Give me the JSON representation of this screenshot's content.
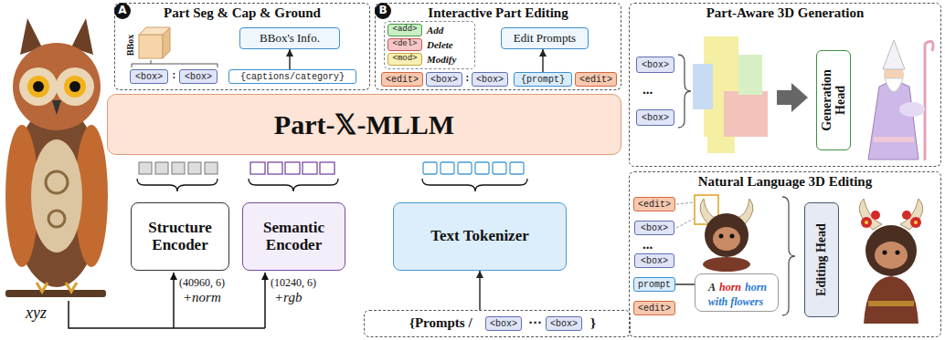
{
  "diagram": {
    "nodes": [
      {
        "text": [
          "Part Seg & Cap & Ground"
        ]
      },
      {
        "text": [
          "A"
        ],
        "in": 0
      },
      {
        "text": [
          "<box>"
        ],
        "in": 0
      },
      {
        "text": [
          "<box>"
        ],
        "in": 0
      },
      {
        "text": [
          "BBox's Info."
        ],
        "in": 0
      },
      {
        "text": [
          "{captions/category}"
        ],
        "in": 0
      },
      {
        "text": [
          "Interactive Part Editing"
        ]
      },
      {
        "text": [
          "B"
        ],
        "in": 6
      },
      {
        "text": [
          "Add",
          "Delete",
          "Modify"
        ],
        "in": 6
      },
      {
        "text": [
          "<add>"
        ],
        "in": 8
      },
      {
        "text": [
          "<del>"
        ],
        "in": 8
      },
      {
        "text": [
          "<mod>"
        ],
        "in": 8
      },
      {
        "text": [
          "Edit Prompts"
        ],
        "in": 6
      },
      {
        "text": [
          "<edit>"
        ],
        "in": 6
      },
      {
        "text": [
          "<box>"
        ],
        "in": 6
      },
      {
        "text": [
          "<box>"
        ],
        "in": 6
      },
      {
        "text": [
          "{prompt}"
        ],
        "in": 6
      },
      {
        "text": [
          "<edit>"
        ],
        "in": 6
      },
      {
        "text": [
          "Part-𝕏-MLLM"
        ]
      },
      {
        "text": [
          "Structure Encoder"
        ]
      },
      {
        "text": [
          "Semantic Encoder"
        ]
      },
      {
        "text": [
          "Text Tokenizer"
        ]
      },
      {
        "text": [
          "{Prompts /",
          "···",
          "}"
        ]
      },
      {
        "text": [
          "<box>"
        ],
        "in": 22
      },
      {
        "text": [
          "<box>"
        ],
        "in": 22
      },
      {
        "text": [
          "Part-Aware 3D Generation",
          "..."
        ]
      },
      {
        "text": [
          "<box>"
        ],
        "in": 25
      },
      {
        "text": [
          "<box>"
        ],
        "in": 25
      },
      {
        "text": [
          "Generation Head"
        ],
        "in": 25
      },
      {
        "text": [
          "Natural Language 3D Editing",
          "..."
        ]
      },
      {
        "text": [
          "<edit>"
        ],
        "in": 29
      },
      {
        "text": [
          "<box>"
        ],
        "in": 29
      },
      {
        "text": [
          "<box>"
        ],
        "in": 29
      },
      {
        "text": [
          "prompt"
        ],
        "in": 29
      },
      {
        "text": [
          "<edit>"
        ],
        "in": 29
      },
      {
        "text": [
          "A",
          "horn",
          "horn with flowers"
        ],
        "in": 29
      },
      {
        "text": [
          "Editing Head"
        ],
        "in": 29
      }
    ],
    "edges": [
      {
        "from": 5,
        "to": 4,
        "arrow": "to"
      },
      {
        "from": 16,
        "to": 12,
        "arrow": "to"
      },
      {
        "from": 22,
        "to": 21,
        "arrow": "to"
      },
      {
        "from": 33,
        "to": 35,
        "arrow": "none"
      }
    ],
    "labels": [
      "BBox",
      ":",
      ":",
      "(40960, 6)",
      "+norm",
      "(10240, 6)",
      "+rgb",
      "xyz"
    ]
  }
}
